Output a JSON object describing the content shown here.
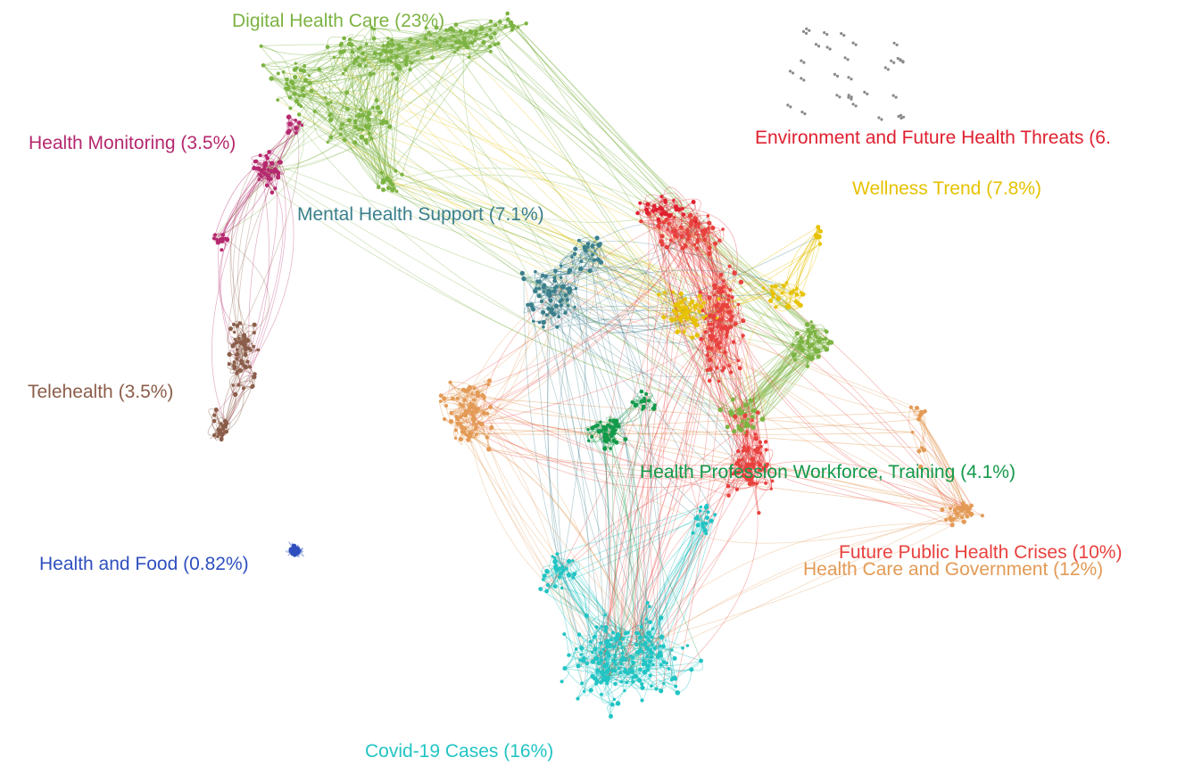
{
  "clusters": [
    {
      "key": "digital",
      "label": "Digital Health Care  (23%)",
      "color": "#7cb342"
    },
    {
      "key": "monitor",
      "label": "Health Monitoring  (3.5%)",
      "color": "#b5286e"
    },
    {
      "key": "env",
      "label": "Environment and Future Health Threats (6.",
      "color": "#e0202f"
    },
    {
      "key": "wellness",
      "label": "Wellness Trend  (7.8%)",
      "color": "#e6c200"
    },
    {
      "key": "mental",
      "label": "Mental Health Support (7.1%)",
      "color": "#3a7f8c"
    },
    {
      "key": "tele",
      "label": "Telehealth (3.5%)",
      "color": "#8b5e4a"
    },
    {
      "key": "workforce",
      "label": "Health Profession Workforce, Training  (4.1%)",
      "color": "#139a4a"
    },
    {
      "key": "food",
      "label": "Health and Food  (0.82%)",
      "color": "#2f4fbf"
    },
    {
      "key": "future",
      "label": "Future Public Health Crises (10%)",
      "color": "#e8413d"
    },
    {
      "key": "govt",
      "label": "Health Care and Government (12%)",
      "color": "#e39a55"
    },
    {
      "key": "covid",
      "label": "Covid-19 Cases  (16%)",
      "color": "#22c4c4"
    }
  ],
  "isolates_color": "#8a8a8a"
}
